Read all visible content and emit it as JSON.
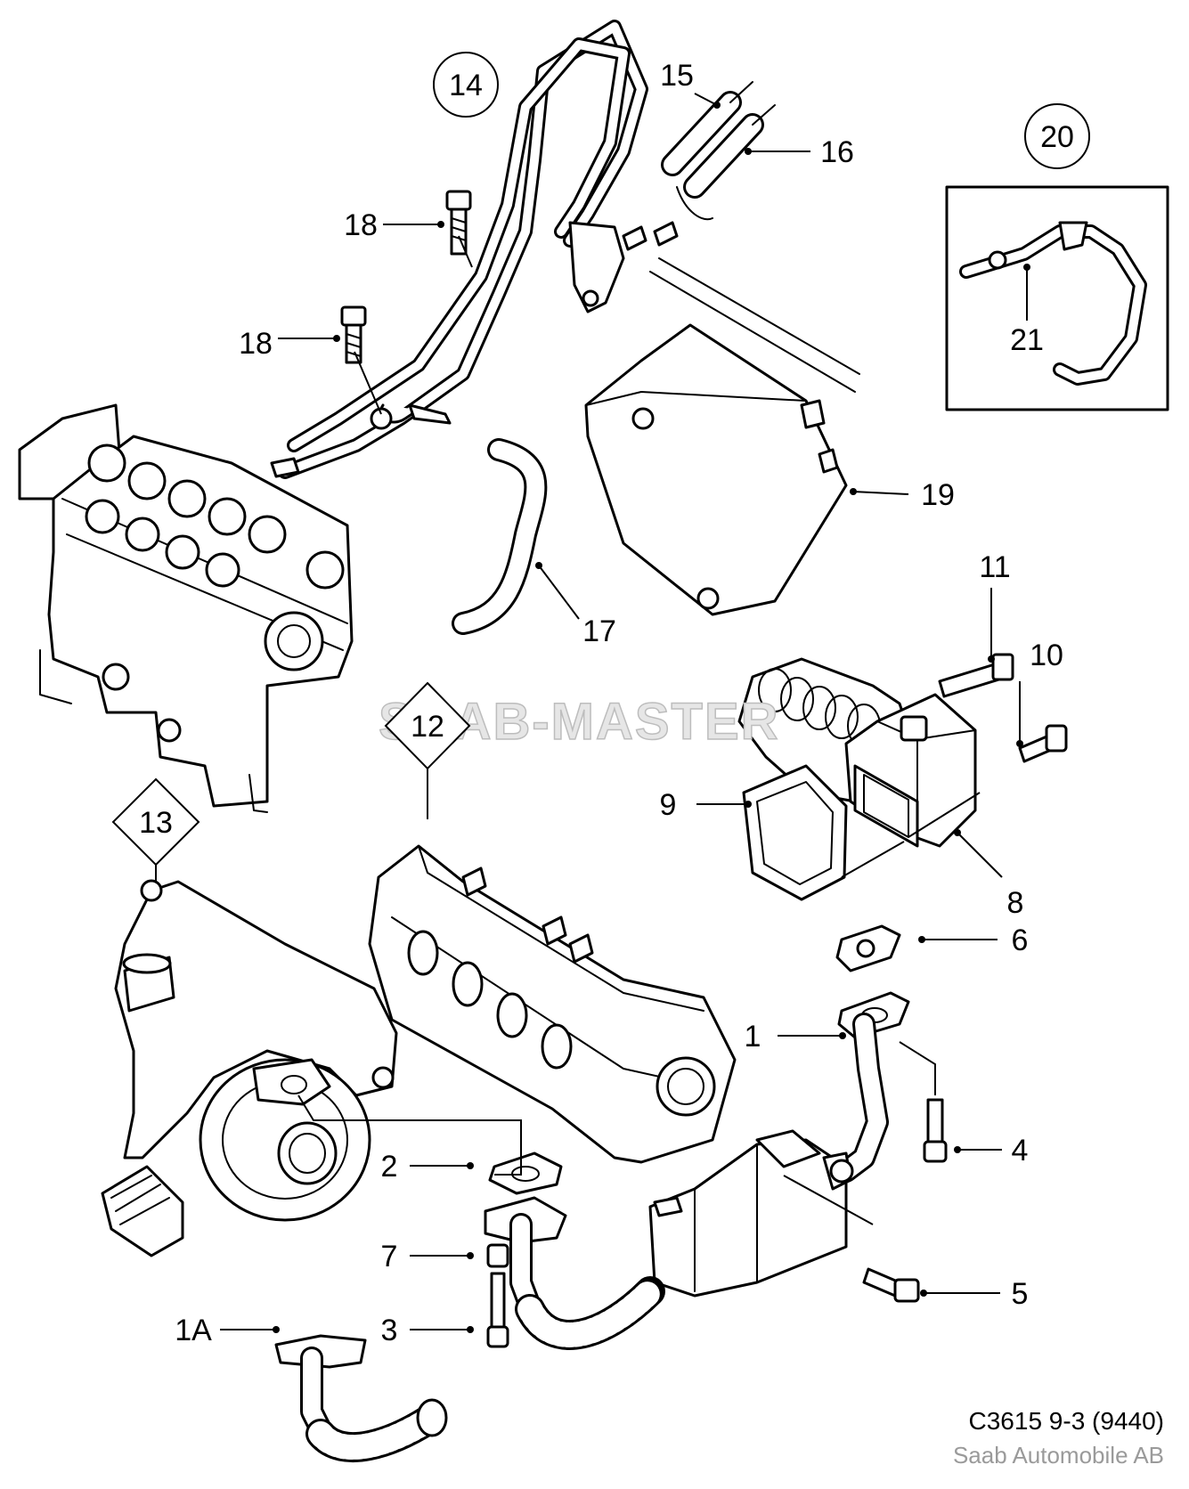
{
  "watermark": "SAAB-MASTER",
  "diagram_code": "C3615 9-3 (9440)",
  "copyright": "Saab Automobile AB",
  "callouts": [
    {
      "id": "c-1",
      "text": "1"
    },
    {
      "id": "c-1A",
      "text": "1A"
    },
    {
      "id": "c-2",
      "text": "2"
    },
    {
      "id": "c-3",
      "text": "3"
    },
    {
      "id": "c-4",
      "text": "4"
    },
    {
      "id": "c-5",
      "text": "5"
    },
    {
      "id": "c-6",
      "text": "6"
    },
    {
      "id": "c-7",
      "text": "7"
    },
    {
      "id": "c-8",
      "text": "8"
    },
    {
      "id": "c-9",
      "text": "9"
    },
    {
      "id": "c-10",
      "text": "10"
    },
    {
      "id": "c-11",
      "text": "11"
    },
    {
      "id": "c-12",
      "text": "12"
    },
    {
      "id": "c-13",
      "text": "13"
    },
    {
      "id": "c-14",
      "text": "14"
    },
    {
      "id": "c-15",
      "text": "15"
    },
    {
      "id": "c-16",
      "text": "16"
    },
    {
      "id": "c-17",
      "text": "17"
    },
    {
      "id": "c-18a",
      "text": "18"
    },
    {
      "id": "c-18b",
      "text": "18"
    },
    {
      "id": "c-19",
      "text": "19"
    },
    {
      "id": "c-20",
      "text": "20"
    },
    {
      "id": "c-21",
      "text": "21"
    }
  ]
}
